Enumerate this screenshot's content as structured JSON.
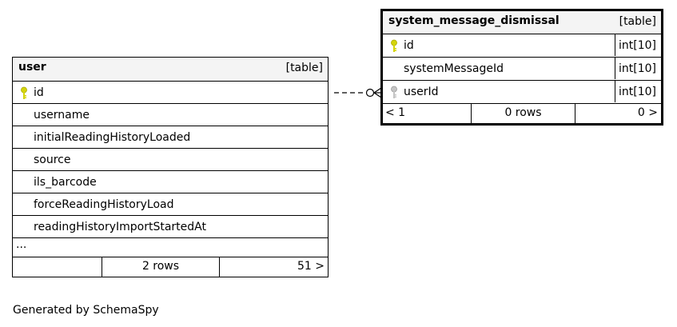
{
  "tables": {
    "user": {
      "name": "user",
      "kind": "[table]",
      "columns": [
        {
          "name": "id",
          "key": "primary"
        },
        {
          "name": "username",
          "key": "none"
        },
        {
          "name": "initialReadingHistoryLoaded",
          "key": "none"
        },
        {
          "name": "source",
          "key": "none"
        },
        {
          "name": "ils_barcode",
          "key": "none"
        },
        {
          "name": "forceReadingHistoryLoad",
          "key": "none"
        },
        {
          "name": "readingHistoryImportStartedAt",
          "key": "none"
        }
      ],
      "more": "...",
      "footer": {
        "left": "",
        "center": "2 rows",
        "right": "51 >"
      }
    },
    "system_message_dismissal": {
      "name": "system_message_dismissal",
      "kind": "[table]",
      "columns": [
        {
          "name": "id",
          "type": "int[10]",
          "key": "primary"
        },
        {
          "name": "systemMessageId",
          "type": "int[10]",
          "key": "none"
        },
        {
          "name": "userId",
          "type": "int[10]",
          "key": "foreign"
        }
      ],
      "footer": {
        "left": "< 1",
        "center": "0 rows",
        "right": "0 >"
      }
    }
  },
  "relationship": {
    "from": "system_message_dismissal.userId",
    "to": "user.id",
    "style": "dashed"
  },
  "colors": {
    "primary_key": "#d4d40a",
    "foreign_key": "#b8b8b8",
    "header_bg": "#f4f4f4"
  },
  "generated_by": "Generated by SchemaSpy"
}
